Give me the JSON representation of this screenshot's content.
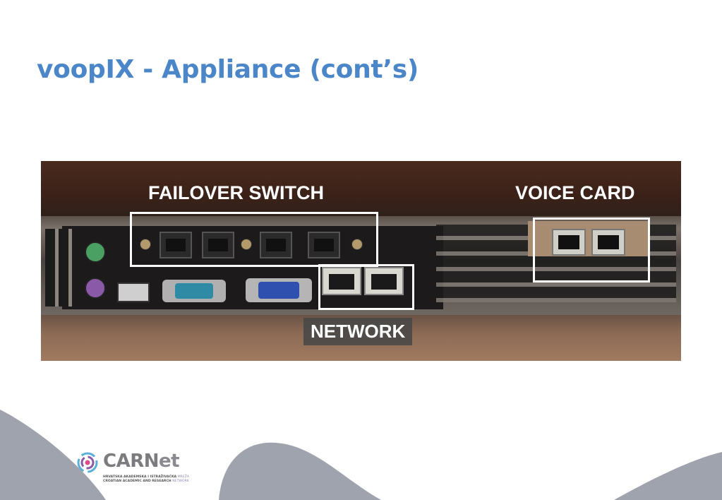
{
  "slide": {
    "title": "voopIX - Appliance (cont’s)"
  },
  "photo": {
    "labels": {
      "failover": "FAILOVER SWITCH",
      "voice": "VOICE CARD",
      "network": "NETWORK"
    }
  },
  "logo": {
    "name_main": "CARN",
    "name_accent": "et",
    "subtitle_line1_main": "HRVATSKA AKADEMSKA I ISTRAŽIVAČKA",
    "subtitle_line1_muted": "MREŽA",
    "subtitle_line2_main": "CROATIAN ACADEMIC AND RESEARCH",
    "subtitle_line2_muted": "NETWORK"
  },
  "colors": {
    "title": "#4a86c8",
    "background": "#ffffff",
    "decor": "#9a9ea8",
    "label_box": "#ffffff"
  }
}
